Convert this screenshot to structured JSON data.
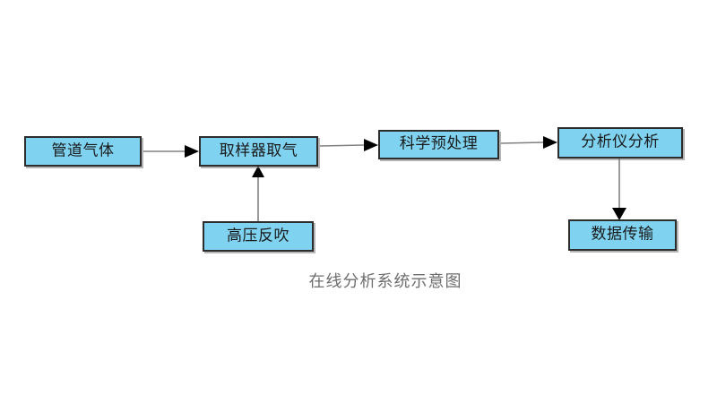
{
  "diagram": {
    "caption": "在线分析系统示意图",
    "background_color": "#ffffff",
    "node_fill_color": "#7FD3F0",
    "node_border_color": "#2d2d2d",
    "connector_color": "#808080",
    "arrowhead_color": "#000000",
    "caption_color": "#6e6e6e",
    "nodes": [
      {
        "id": "pipeline",
        "label": "管道气体"
      },
      {
        "id": "sampler",
        "label": "取样器取气"
      },
      {
        "id": "pretreat",
        "label": "科学预处理"
      },
      {
        "id": "analyzer",
        "label": "分析仪分析"
      },
      {
        "id": "blowback",
        "label": "高压反吹"
      },
      {
        "id": "datatrans",
        "label": "数据传输"
      }
    ],
    "edges": [
      {
        "from": "pipeline",
        "to": "sampler",
        "direction": "right"
      },
      {
        "from": "sampler",
        "to": "pretreat",
        "direction": "right"
      },
      {
        "from": "pretreat",
        "to": "analyzer",
        "direction": "right"
      },
      {
        "from": "blowback",
        "to": "sampler",
        "direction": "up"
      },
      {
        "from": "analyzer",
        "to": "datatrans",
        "direction": "down"
      }
    ]
  }
}
